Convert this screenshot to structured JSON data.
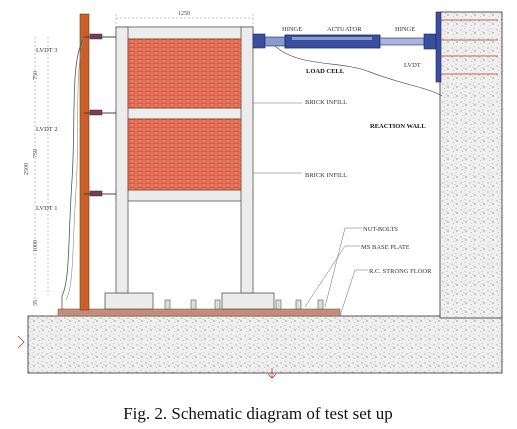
{
  "caption": "Fig. 2.  Schematic diagram of test set up",
  "labels": {
    "hinge_left": "HINGE",
    "actuator": "ACTUATOR",
    "hinge_right": "HINGE",
    "load_cell": "LOAD CELL",
    "lvdt_top": "LVDT",
    "brick_infill_upper": "BRICK INFILL",
    "brick_infill_lower": "BRICK INFILL",
    "reaction_wall": "REACTION WALL",
    "nut_bolts": "NUT-BOLTS",
    "ms_base_plate": "MS BASE PLATE",
    "rc_strong_floor": "R.C. STRONG FLOOR",
    "lvdt_3": "LVDT 3",
    "lvdt_2": "LVDT 2",
    "lvdt_1": "LVDT 1"
  },
  "dimensions": {
    "top_width": "1250",
    "seg_top": "750",
    "seg_mid": "750",
    "seg_bottom": "1000",
    "total_height": "2500",
    "base": "35"
  },
  "colors": {
    "brick": "#d9573a",
    "brick_mortar": "#f2b8a8",
    "frame": "#ececec",
    "concrete": "#eeeeee",
    "column": "#c9602a",
    "actuator": "#3a4fa0"
  }
}
